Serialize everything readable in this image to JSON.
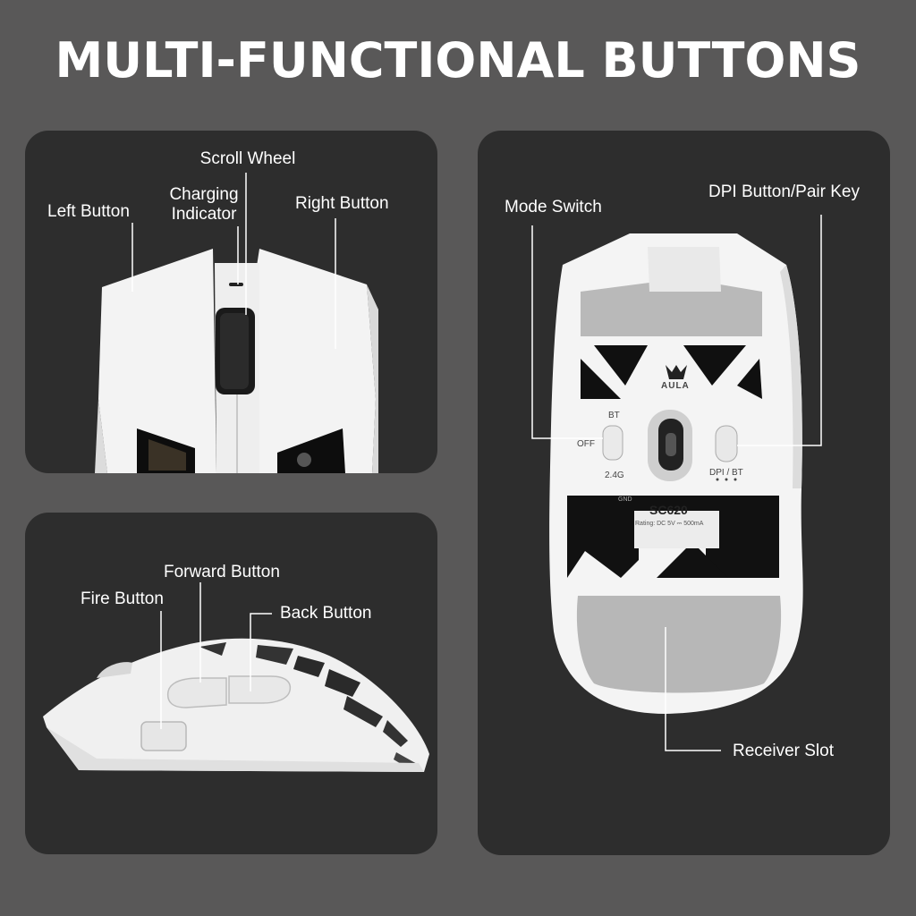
{
  "title": "MULTI-FUNCTIONAL BUTTONS",
  "top_left": {
    "scroll_wheel": "Scroll Wheel",
    "charging_indicator": "Charging\nIndicator",
    "left_button": "Left Button",
    "right_button": "Right Button"
  },
  "bottom_left": {
    "forward_button": "Forward Button",
    "fire_button": "Fire Button",
    "back_button": "Back Button"
  },
  "right": {
    "mode_switch": "Mode Switch",
    "dpi_button": "DPI Button/Pair Key",
    "receiver_slot": "Receiver Slot",
    "brand": "AULA",
    "switch_bt": "BT",
    "switch_off": "OFF",
    "switch_24g": "2.4G",
    "dpi_bt": "DPI / BT",
    "model": "SC620",
    "rating": "Rating: DC 5V ⎓ 500mA",
    "gnd": "GND"
  },
  "colors": {
    "background": "#595858",
    "panel": "#2d2d2d",
    "text": "#ffffff",
    "mouse_body": "#f4f4f4",
    "feet": "#b9b9b9"
  }
}
